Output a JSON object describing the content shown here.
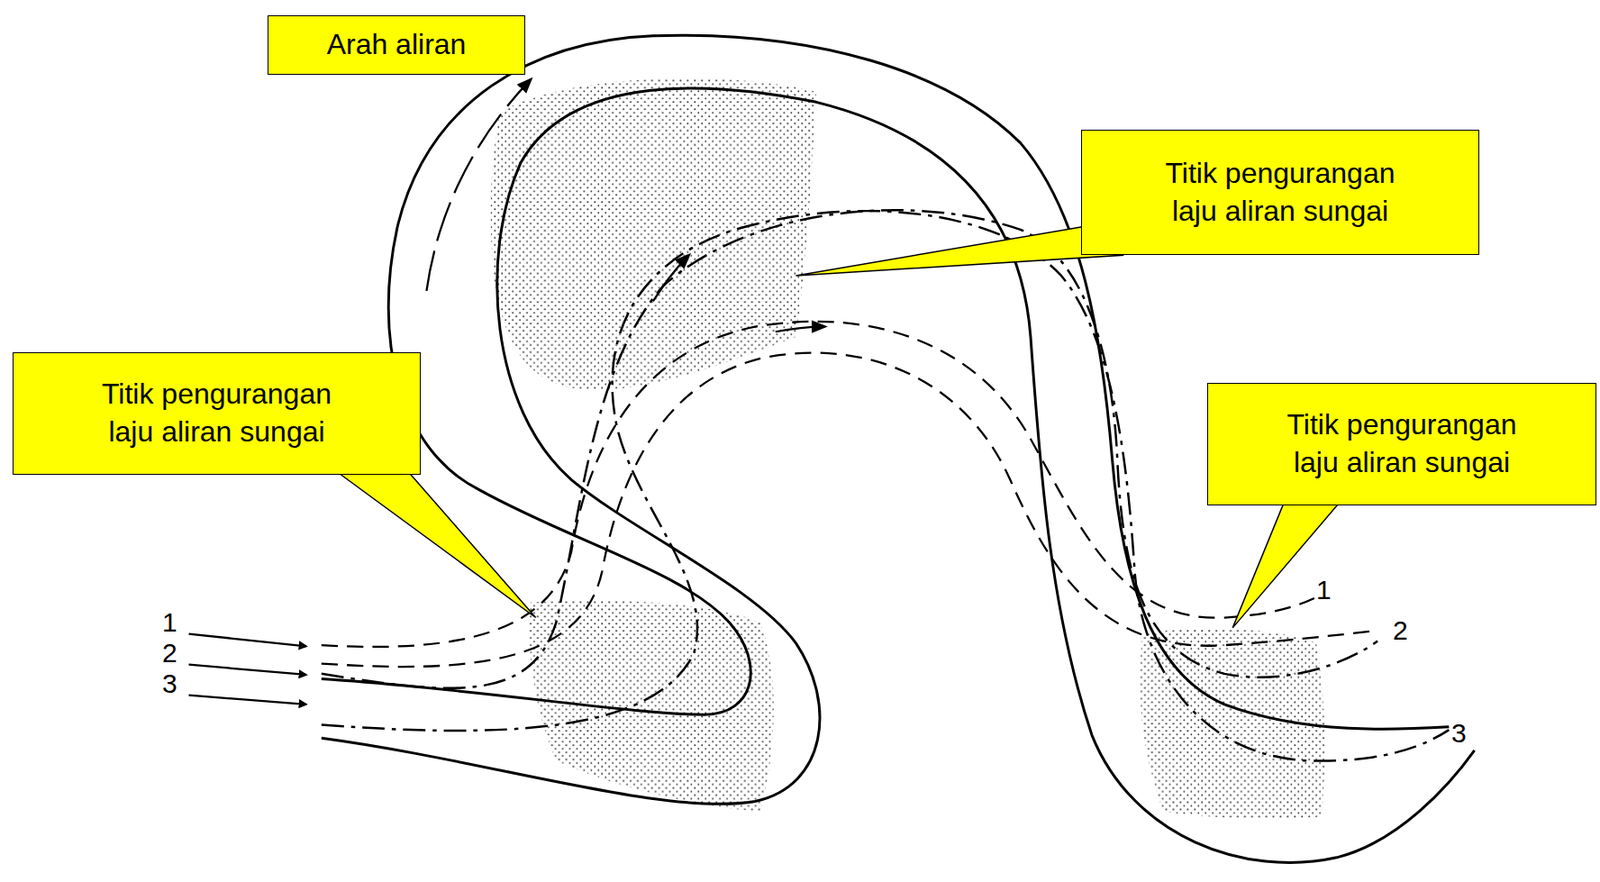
{
  "diagram": {
    "nodes": [
      {
        "text": [
          "Arah aliran"
        ]
      },
      {
        "text": [
          "Titik pengurangan laju aliran sungai"
        ]
      },
      {
        "text": [
          "Titik pengurangan laju aliran sungai"
        ]
      },
      {
        "text": [
          "Titik pengurangan laju aliran sungai"
        ]
      }
    ],
    "labels": [
      "1",
      "2",
      "3",
      "1",
      "2",
      "3"
    ]
  }
}
